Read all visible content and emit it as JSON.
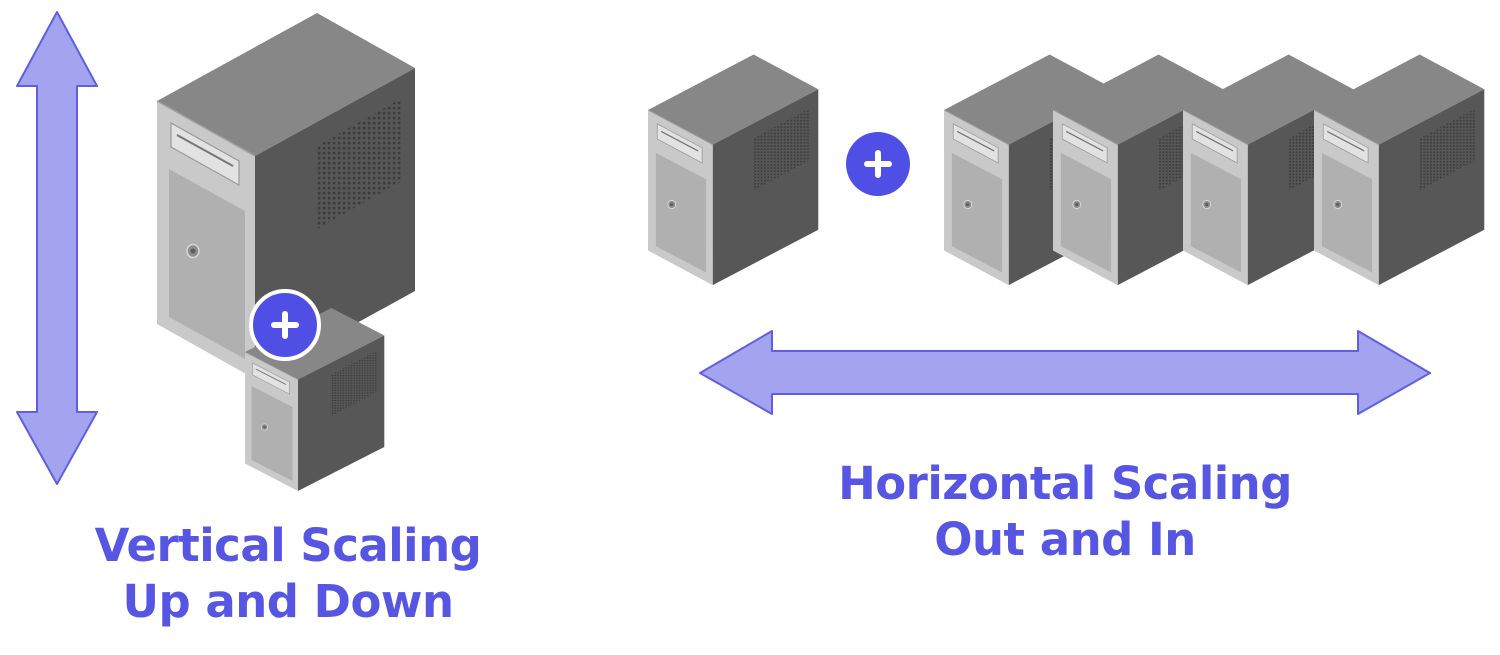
{
  "colors": {
    "arrow": "#a3a3f0",
    "arrow_stroke": "#5f5fe0",
    "text": "#5656e3",
    "plus_badge": "#4f4fe6",
    "server_front": "#c8c8c8",
    "server_front_panel": "#b3b3b3",
    "server_top": "#888888",
    "server_side": "#565656",
    "vent": "#3b3b3b"
  },
  "icons": {
    "server": "tower-server-icon",
    "plus": "plus-icon",
    "vertical_arrow": "double-vertical-arrow-icon",
    "horizontal_arrow": "double-horizontal-arrow-icon"
  },
  "vertical": {
    "title": "Vertical Scaling",
    "subtitle": "Up and Down"
  },
  "horizontal": {
    "title": "Horizontal Scaling",
    "subtitle": "Out and In"
  }
}
